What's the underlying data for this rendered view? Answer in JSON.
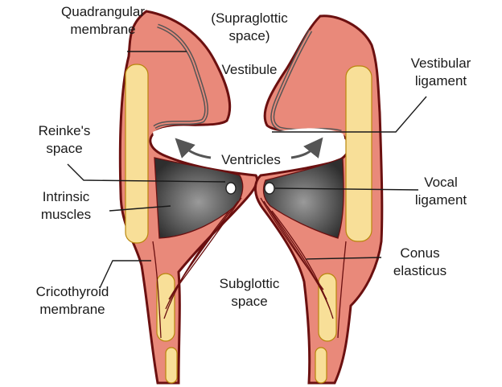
{
  "colors": {
    "mucosa": "#e9897a",
    "outline": "#8c1a1a",
    "cartilage": "#f8df98",
    "muscle_dark": "#333333",
    "muscle_light": "#a0a0a0",
    "ligament": "#6a6a6a",
    "space": "#ffffff"
  },
  "labels": {
    "quadrangular_1": "Quadrangular",
    "quadrangular_2": "membrane",
    "supraglottic_1": "(Supraglottic",
    "supraglottic_2": "space)",
    "vestibule": "Vestibule",
    "vestibular_1": "Vestibular",
    "vestibular_2": "ligament",
    "reinkes_1": "Reinke's",
    "reinkes_2": "space",
    "ventricles": "Ventricles",
    "intrinsic_1": "Intrinsic",
    "intrinsic_2": "muscles",
    "vocal_1": "Vocal",
    "vocal_2": "ligament",
    "conus_1": "Conus",
    "conus_2": "elasticus",
    "cricothyroid_1": "Cricothyroid",
    "cricothyroid_2": "membrane",
    "subglottic_1": "Subglottic",
    "subglottic_2": "space"
  },
  "icons": [
    "arrow-left-icon",
    "arrow-right-icon"
  ]
}
